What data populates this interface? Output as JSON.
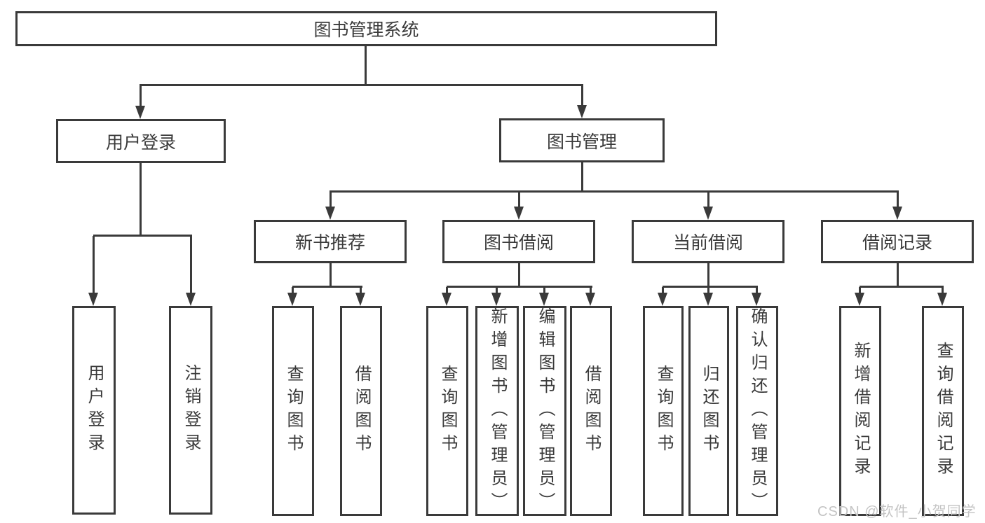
{
  "tree": {
    "root": {
      "label": "图书管理系统"
    },
    "level2": [
      {
        "label": "用户登录",
        "children": [
          "用户登录",
          "注销登录"
        ]
      },
      {
        "label": "图书管理"
      }
    ],
    "level3": [
      {
        "label": "新书推荐",
        "children": [
          "查询图书",
          "借阅图书"
        ]
      },
      {
        "label": "图书借阅",
        "children": [
          "查询图书",
          "新增图书（管理员）",
          "编辑图书（管理员）",
          "借阅图书"
        ]
      },
      {
        "label": "当前借阅",
        "children": [
          "查询图书",
          "归还图书",
          "确认归还（管理员）"
        ]
      },
      {
        "label": "借阅记录",
        "children": [
          "新增借阅记录",
          "查询借阅记录"
        ]
      }
    ]
  },
  "watermark": {
    "text": "CSDN @软件_小贺同学"
  },
  "colors": {
    "line": "#3a3a3a",
    "text": "#3a3a3a",
    "watermark": "#c4c4c4",
    "background": "#ffffff"
  }
}
